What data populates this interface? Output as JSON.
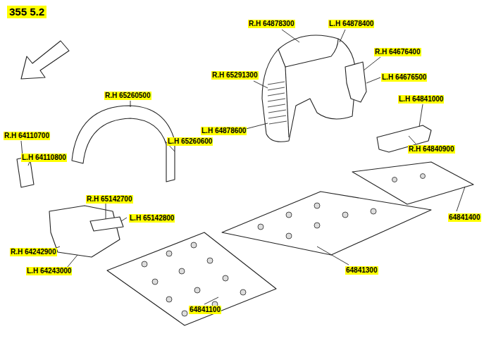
{
  "diagram": {
    "title": "355 5.2",
    "labels": [
      "R.H 64878300",
      "L.H 64878400",
      "R.H 64676400",
      "L.H 64676500",
      "R.H 65291300",
      "R.H 65260500",
      "L.H 64841000",
      "L.H 64878600",
      "R.H 64840900",
      "R.H 64110700",
      "L.H 65260600",
      "L.H 64110800",
      "R.H 65142700",
      "L.H 65142800",
      "64841400",
      "R.H 64242900",
      "L.H 64243000",
      "64841300",
      "64841100"
    ]
  }
}
